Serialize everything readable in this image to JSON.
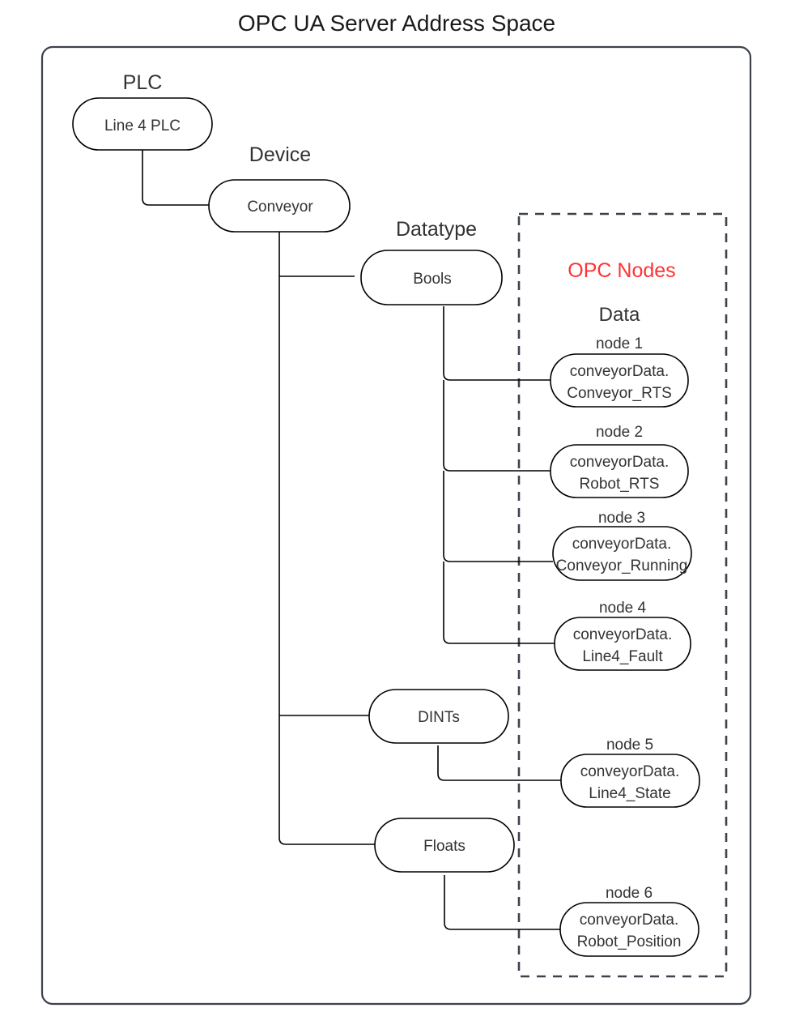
{
  "title": "OPC UA Server Address Space",
  "colors": {
    "accent_red": "#ff3333",
    "line": "#000000",
    "frame": "#3d424d",
    "text": "#333333"
  },
  "groups": {
    "plc": "PLC",
    "device": "Device",
    "datatype": "Datatype",
    "opc_nodes": "OPC Nodes",
    "data": "Data"
  },
  "tree": {
    "plc_node": "Line 4 PLC",
    "device_node": "Conveyor",
    "datatypes": [
      {
        "name": "Bools"
      },
      {
        "name": "DINTs"
      },
      {
        "name": "Floats"
      }
    ]
  },
  "opc_nodes": [
    {
      "label": "node 1",
      "line1": "conveyorData.",
      "line2": "Conveyor_RTS"
    },
    {
      "label": "node 2",
      "line1": "conveyorData.",
      "line2": "Robot_RTS"
    },
    {
      "label": "node 3",
      "line1": "conveyorData.",
      "line2": "Conveyor_Running"
    },
    {
      "label": "node 4",
      "line1": "conveyorData.",
      "line2": "Line4_Fault"
    },
    {
      "label": "node 5",
      "line1": "conveyorData.",
      "line2": "Line4_State"
    },
    {
      "label": "node 6",
      "line1": "conveyorData.",
      "line2": "Robot_Position"
    }
  ]
}
